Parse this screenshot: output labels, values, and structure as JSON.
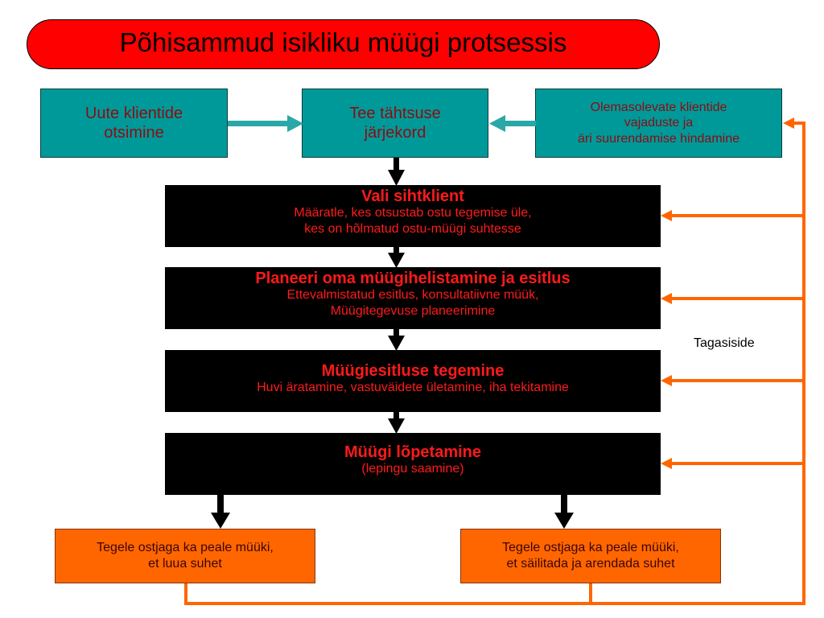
{
  "title": "Põhisammud isikliku müügi protsessis",
  "top_boxes": {
    "left": "Uute klientide\notsimine",
    "center": "Tee tähtsuse\njärjekord",
    "right": "Olemasolevate klientide\nvajaduste ja\näri suurendamise hindamine"
  },
  "steps": [
    {
      "heading": "Vali sihtklient",
      "text": "Määratle, kes otsustab ostu tegemise üle,\nkes on hõlmatud ostu-müügi suhtesse"
    },
    {
      "heading": "Planeeri oma müügihelistamine ja esitlus",
      "text": "Ettevalmistatud esitlus, konsultatiivne müük,\nMüügitegevuse planeerimine"
    },
    {
      "heading": "Müügiesitluse tegemine",
      "text": "Huvi äratamine, vastuväidete ületamine, iha tekitamine"
    },
    {
      "heading": "Müügi lõpetamine",
      "text": "(lepingu saamine)"
    }
  ],
  "bottom_boxes": {
    "left": "Tegele ostjaga ka peale müüki,\net luua suhet",
    "right": "Tegele ostjaga ka peale müüki,\net säilitada ja arendada suhet"
  },
  "feedback_label": "Tagasiside",
  "colors": {
    "title_bg": "#ff0000",
    "teal": "#009999",
    "teal_arrow": "#2aa7a7",
    "step_bg": "#000000",
    "step_text": "#ff1a1a",
    "orange": "#ff6600",
    "feedback_line": "#ff6600"
  }
}
